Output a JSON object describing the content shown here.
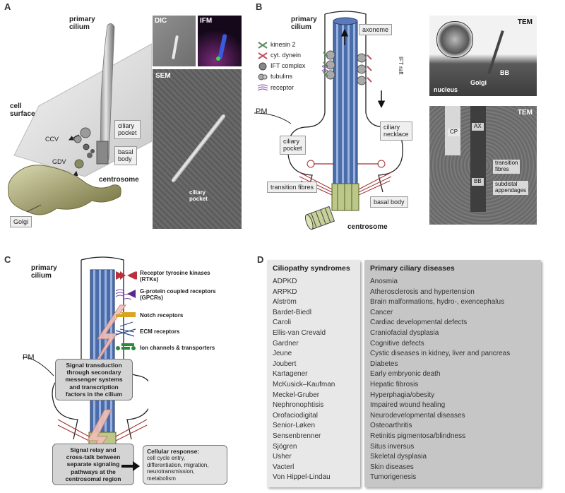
{
  "panelA": {
    "letter": "A",
    "primary_cilium": "primary\ncilium",
    "cell_surface": "cell\nsurface",
    "ccv": "CCV",
    "gdv": "GDV",
    "ciliary_pocket": "ciliary\npocket",
    "basal_body": "basal\nbody",
    "centrosome": "centrosome",
    "golgi": "Golgi",
    "dic": "DIC",
    "ifm": "IFM",
    "sem": "SEM",
    "sem_ciliary_pocket": "ciliary\npocket"
  },
  "panelB": {
    "letter": "B",
    "primary_cilium": "primary\ncilium",
    "axoneme": "axoneme",
    "ift_raft": "IFT raft",
    "legend": [
      {
        "label": "kinesin 2",
        "icon": "kinesin-icon",
        "color": "#5a8a5a"
      },
      {
        "label": "cyt. dynein",
        "icon": "dynein-icon",
        "color": "#c05060"
      },
      {
        "label": "IFT complex",
        "icon": "ift-complex-icon",
        "color": "#888888"
      },
      {
        "label": "tubulins",
        "icon": "tubulin-icon",
        "color": "#999999"
      },
      {
        "label": "receptor",
        "icon": "receptor-icon",
        "color": "#8a4aa8"
      }
    ],
    "pm": "PM",
    "ciliary_pocket": "ciliary\npocket",
    "ciliary_necklace": "ciliary\nnecklace",
    "transition_fibres": "transition fibres",
    "basal_body": "basal body",
    "centrosome": "centrosome",
    "tem_top": "TEM",
    "tem_bb": "BB",
    "tem_nucleus": "nucleus",
    "tem_golgi": "Golgi",
    "tem_bottom": "TEM",
    "tem_cp": "CP",
    "tem_ax": "AX",
    "tem_bb2": "BB",
    "tem_transition": "transition\nfibres",
    "tem_subdistal": "subdistal\nappendages"
  },
  "panelC": {
    "letter": "C",
    "primary_cilium": "primary\ncilium",
    "pm": "PM",
    "receptors": [
      {
        "label": "Receptor tyrosine kinases\n(RTKs)",
        "icon": "rtk-icon",
        "color": "#b8323c"
      },
      {
        "label": "G-protein coupled receptors\n(GPCRs)",
        "icon": "gpcr-icon",
        "color": "#7a4aa8"
      },
      {
        "label": "Notch receptors",
        "icon": "notch-icon",
        "color": "#d9a520"
      },
      {
        "label": "ECM receptors",
        "icon": "ecm-icon",
        "color": "#2a4a8a"
      },
      {
        "label": "Ion channels & transporters",
        "icon": "ion-channel-icon",
        "color": "#2a8a3a"
      }
    ],
    "signal_transduction": "Signal transduction\nthrough secondary\nmessenger systems\nand transcription\nfactors in the cilium",
    "signal_relay": "Signal relay and\ncross-talk between\nseparate signaling\npathways at the\ncentrosomal region",
    "cellular_response_title": "Cellular response:",
    "cellular_response_body": "cell cycle entry,\ndifferentiation, migration,\nneurotransmission,\nmetabolism"
  },
  "panelD": {
    "letter": "D",
    "col1_title": "Ciliopathy syndromes",
    "col1_items": [
      "ADPKD",
      "ARPKD",
      "Alström",
      "Bardet-Biedl",
      "Caroli",
      "Ellis-van Crevald",
      "Gardner",
      "Jeune",
      "Joubert",
      "Kartagener",
      "McKusick–Kaufman",
      "Meckel-Gruber",
      "Nephronophtisis",
      "Orofaciodigital",
      "Senior-Løken",
      "Sensenbrenner",
      "Sjögren",
      "Usher",
      "Vacterl",
      "Von Hippel-Lindau"
    ],
    "col2_title": "Primary ciliary diseases",
    "col2_items": [
      "Anosmia",
      "Atherosclerosis and hypertension",
      "Brain malformations, hydro-, exencephalus",
      "Cancer",
      "Cardiac developmental defects",
      "Craniofacial dysplasia",
      "Cognitive defects",
      "Cystic diseases in kidney, liver and pancreas",
      "Diabetes",
      "Early embryonic death",
      "Hepatic fibrosis",
      "Hyperphagia/obesity",
      "Impaired wound healing",
      "Neurodevelopmental diseases",
      "Osteoarthritis",
      "Retinitis pigmentosa/blindness",
      "Situs inversus",
      "Skeletal dysplasia",
      "Skin diseases",
      "Tumorigenesis"
    ],
    "col1_bg": "#e8e8e8",
    "col2_bg": "#c6c6c6"
  }
}
